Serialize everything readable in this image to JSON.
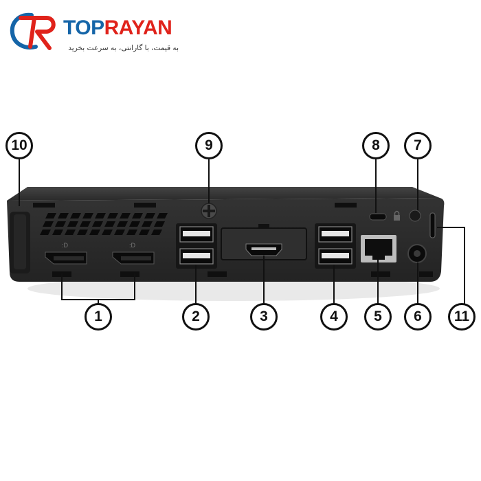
{
  "logo": {
    "brand_part1": "TOP",
    "brand_part2": "RAYAN",
    "tagline": "به قیمت، با گارانتی، به سرعت بخرید",
    "colors": {
      "blue": "#1565a8",
      "red": "#e0231b"
    }
  },
  "callouts": [
    {
      "id": "1",
      "label": "1",
      "port": "displayport-pair"
    },
    {
      "id": "2",
      "label": "2",
      "port": "usb-left-pair"
    },
    {
      "id": "3",
      "label": "3",
      "port": "hdmi-flex-port"
    },
    {
      "id": "4",
      "label": "4",
      "port": "usb-right-pair"
    },
    {
      "id": "5",
      "label": "5",
      "port": "rj45-ethernet"
    },
    {
      "id": "6",
      "label": "6",
      "port": "power-connector"
    },
    {
      "id": "7",
      "label": "7",
      "port": "padlock-loop"
    },
    {
      "id": "8",
      "label": "8",
      "port": "security-cable-slot"
    },
    {
      "id": "9",
      "label": "9",
      "port": "thumbscrew"
    },
    {
      "id": "10",
      "label": "10",
      "port": "side-vent-tab"
    },
    {
      "id": "11",
      "label": "11",
      "port": "antenna-slot"
    }
  ],
  "colors": {
    "chassis": "#2b2b2b",
    "chassis_top": "#3a3a3a",
    "port_dark": "#0c0c0c",
    "usb_insert": "#e6e6e6"
  }
}
